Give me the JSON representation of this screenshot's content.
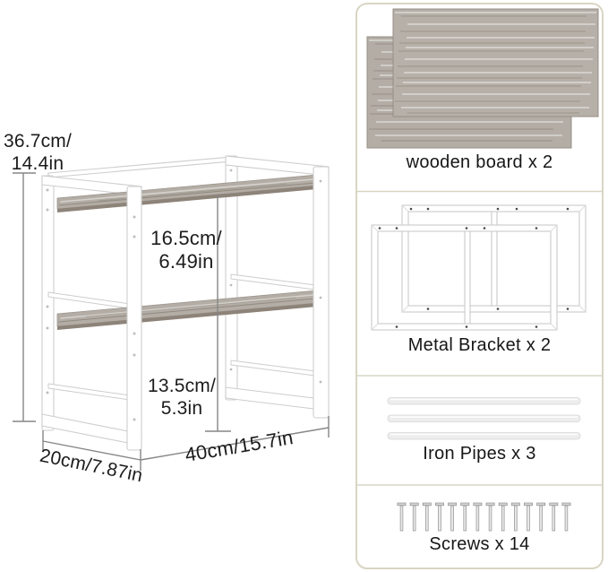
{
  "title": "Two-tier shelf dimension diagram with parts list",
  "dimensions": {
    "total_height": {
      "cm_line": "36.7cm/",
      "in_line": "14.4in"
    },
    "tier_gap": {
      "cm_line": "16.5cm/",
      "in_line": "6.49in"
    },
    "bottom_clearance": {
      "cm_line": "13.5cm/",
      "in_line": "5.3in"
    },
    "depth": "20cm/7.87in",
    "width": "40cm/15.7in"
  },
  "parts": {
    "wooden_board": {
      "label": "wooden board x 2",
      "count": 2
    },
    "metal_bracket": {
      "label": "Metal Bracket x 2",
      "count": 2
    },
    "iron_pipes": {
      "label": "Iron Pipes x 3",
      "count": 3
    },
    "screws": {
      "label": "Screws x 14",
      "count": 14
    }
  },
  "colors": {
    "panel_border": "#d9d5c3",
    "wood_base": "#b3ada5",
    "wood_edge": "#8d8379",
    "metal_outline": "#cdcdcd",
    "dimension_line": "#868686",
    "text": "#1c1c1c"
  }
}
